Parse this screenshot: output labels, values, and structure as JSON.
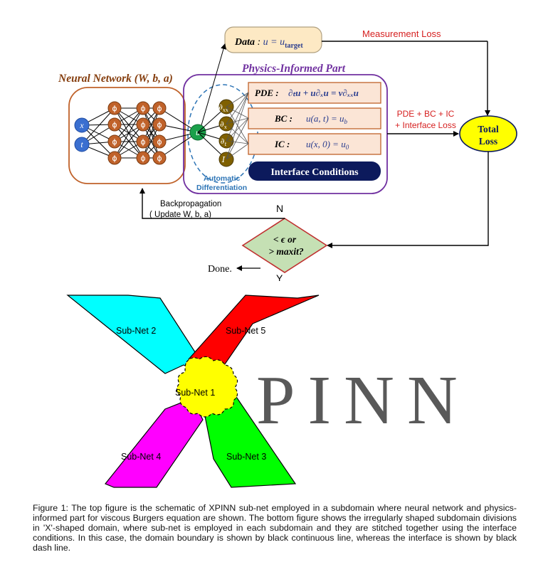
{
  "top": {
    "data_box": {
      "prefix": "Data",
      "sep": " : ",
      "eq": "u = u",
      "sub": "target"
    },
    "measurement_loss": "Measurement Loss",
    "nn_title": "Neural Network (W, b, a)",
    "physics_title": "Physics-Informed Part",
    "inputs": [
      "x",
      "t"
    ],
    "hidden_symbol": "ϕ",
    "output_symbol": "u",
    "derivs": [
      {
        "base": "∂",
        "sub": "xx"
      },
      {
        "base": "∂",
        "sub": "x"
      },
      {
        "base": "∂",
        "sub": "t"
      },
      {
        "base": "I",
        "sub": ""
      }
    ],
    "pde": {
      "label": "PDE :",
      "eq": "∂ₜu + u∂ₓu = ν∂ₓₓu"
    },
    "bc": {
      "label": "BC :",
      "eq": "u(a, t) = u",
      "sub": "b"
    },
    "ic": {
      "label": "IC :",
      "eq": "u(x, 0) = u",
      "sub": "0"
    },
    "interface_conditions": "Interface Conditions",
    "auto_diff": [
      "Automatic",
      "Differentiation"
    ],
    "pde_loss": [
      "PDE + BC + IC",
      "+ Interface Loss"
    ],
    "total_loss": [
      "Total",
      "Loss"
    ],
    "backprop": [
      "Backpropagation",
      "( Update W, b, a)"
    ],
    "decision": [
      "< ϵ or",
      "> maxit?"
    ],
    "no": "N",
    "yes": "Y",
    "done": "Done.",
    "colors": {
      "nn_border": "#c0622a",
      "physics_border": "#7030a0",
      "node_orange": "#c0622a",
      "node_blue": "#3a6fd0",
      "node_green": "#1aa04a",
      "node_olive": "#7f6000",
      "red": "#d62020",
      "navy": "#0c1a5c",
      "yellow": "#ffff00"
    }
  },
  "bottom": {
    "subnets": [
      "Sub-Net 1",
      "Sub-Net 2",
      "Sub-Net 3",
      "Sub-Net 4",
      "Sub-Net 5"
    ],
    "logo_letters": [
      "P",
      "I",
      "N",
      "N"
    ],
    "colors": {
      "cyan": "#00ffff",
      "red": "#ff0000",
      "green": "#00ff00",
      "magenta": "#ff00ff",
      "yellow": "#ffff00",
      "logo": "#595959"
    }
  },
  "caption": "Figure 1: The top figure is the schematic of XPINN sub-net employed in a subdomain where neural network and physics-informed part for viscous Burgers equation are shown. The bottom figure shows the irregularly shaped subdomain divisions in 'X'-shaped domain, where sub-net is employed in each subdomain and they are stitched together using the interface conditions. In this case, the domain boundary is shown by black continuous line, whereas the interface is shown by black dash line."
}
